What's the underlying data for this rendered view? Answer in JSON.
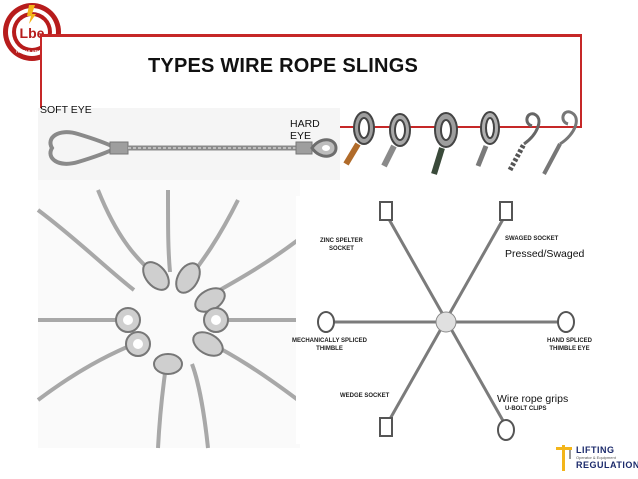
{
  "slide": {
    "title": "TYPES WIRE ROPE SLINGS",
    "labels": {
      "soft_eye": "SOFT EYE",
      "hard_eye_line1": "HARD",
      "hard_eye_line2": "EYE",
      "pressed_swaged": "Pressed/Swaged",
      "wire_rope_grips": "Wire rope grips"
    },
    "diagram_labels": {
      "zinc_spelter": [
        "ZINC SPELTER",
        "SOCKET"
      ],
      "swaged_socket": "SWAGED SOCKET",
      "mech_spliced": [
        "MECHANICALLY SPLICED",
        "THIMBLE"
      ],
      "hand_spliced": [
        "HAND SPLICED",
        "THIMBLE EYE"
      ],
      "wedge_socket": "WEDGE SOCKET",
      "u_bolt": "U-BOLT CLIPS"
    }
  },
  "logo_top": {
    "text": "Lbe",
    "subtext": "REGULATIONS"
  },
  "logo_bottom": {
    "line1": "LIFTING",
    "line2": "REGULATIONS",
    "tagline": "Operator & Equipment"
  },
  "colors": {
    "frame": "#c62828",
    "logo_red": "#b71c1c",
    "logo_gold": "#f3b51a",
    "brand_navy": "#1b2a6b"
  }
}
